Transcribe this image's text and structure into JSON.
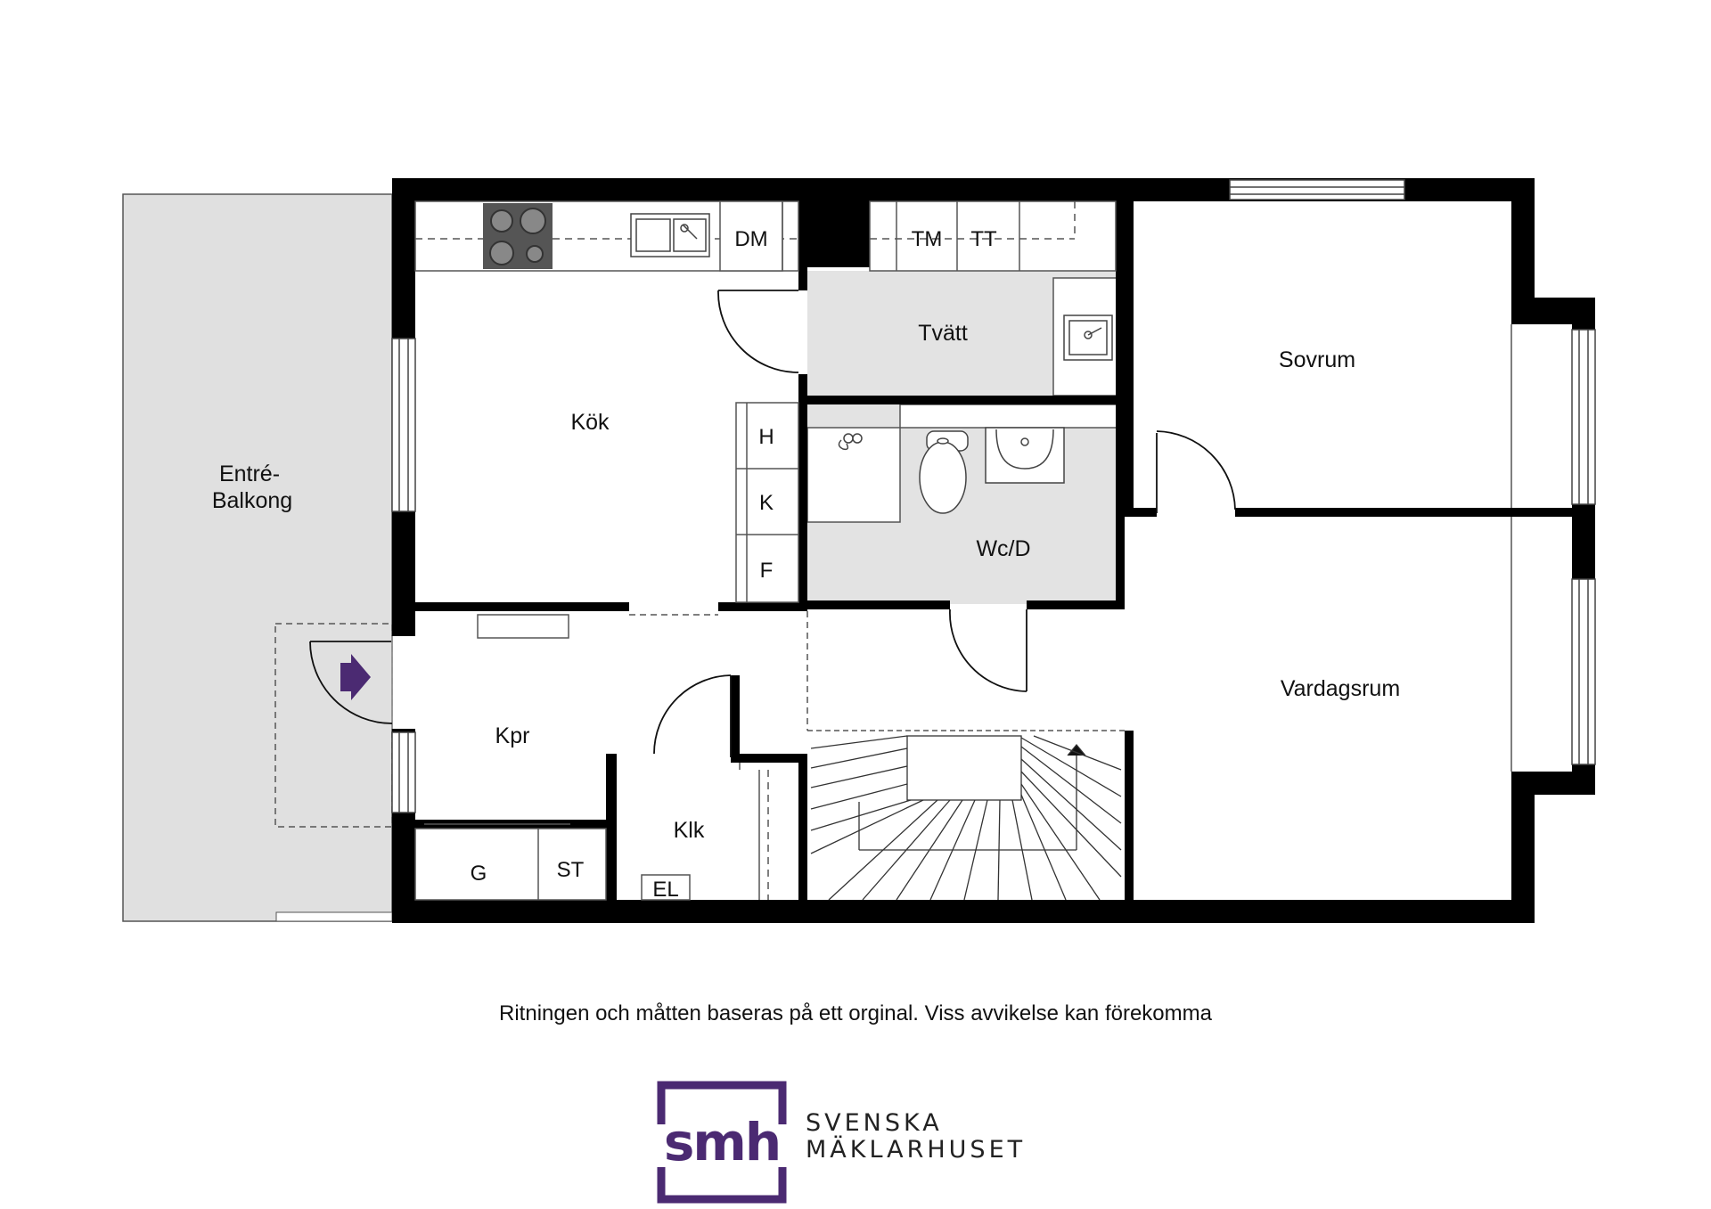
{
  "rooms": {
    "entre_line1": "Entré-",
    "entre_line2": "Balkong",
    "kok": "Kök",
    "tvatt": "Tvätt",
    "sovrum": "Sovrum",
    "wcd": "Wc/D",
    "vardagsrum": "Vardagsrum",
    "kpr": "Kpr",
    "klk": "Klk"
  },
  "fixtures": {
    "dm": "DM",
    "tm": "TM",
    "tt": "TT",
    "h": "H",
    "k": "K",
    "f": "F",
    "g": "G",
    "st": "ST",
    "el": "EL"
  },
  "disclaimer": "Ritningen och måtten baseras på ett orginal. Viss avvikelse kan förekomma",
  "logo": {
    "mark_text": "smh",
    "line1": "SVENSKA",
    "line2": "MÄKLARHUSET"
  },
  "colors": {
    "wall": "#000000",
    "balcony": "#e0e0e0",
    "wet_room": "#e3e3e3",
    "brand": "#4b2a72"
  }
}
